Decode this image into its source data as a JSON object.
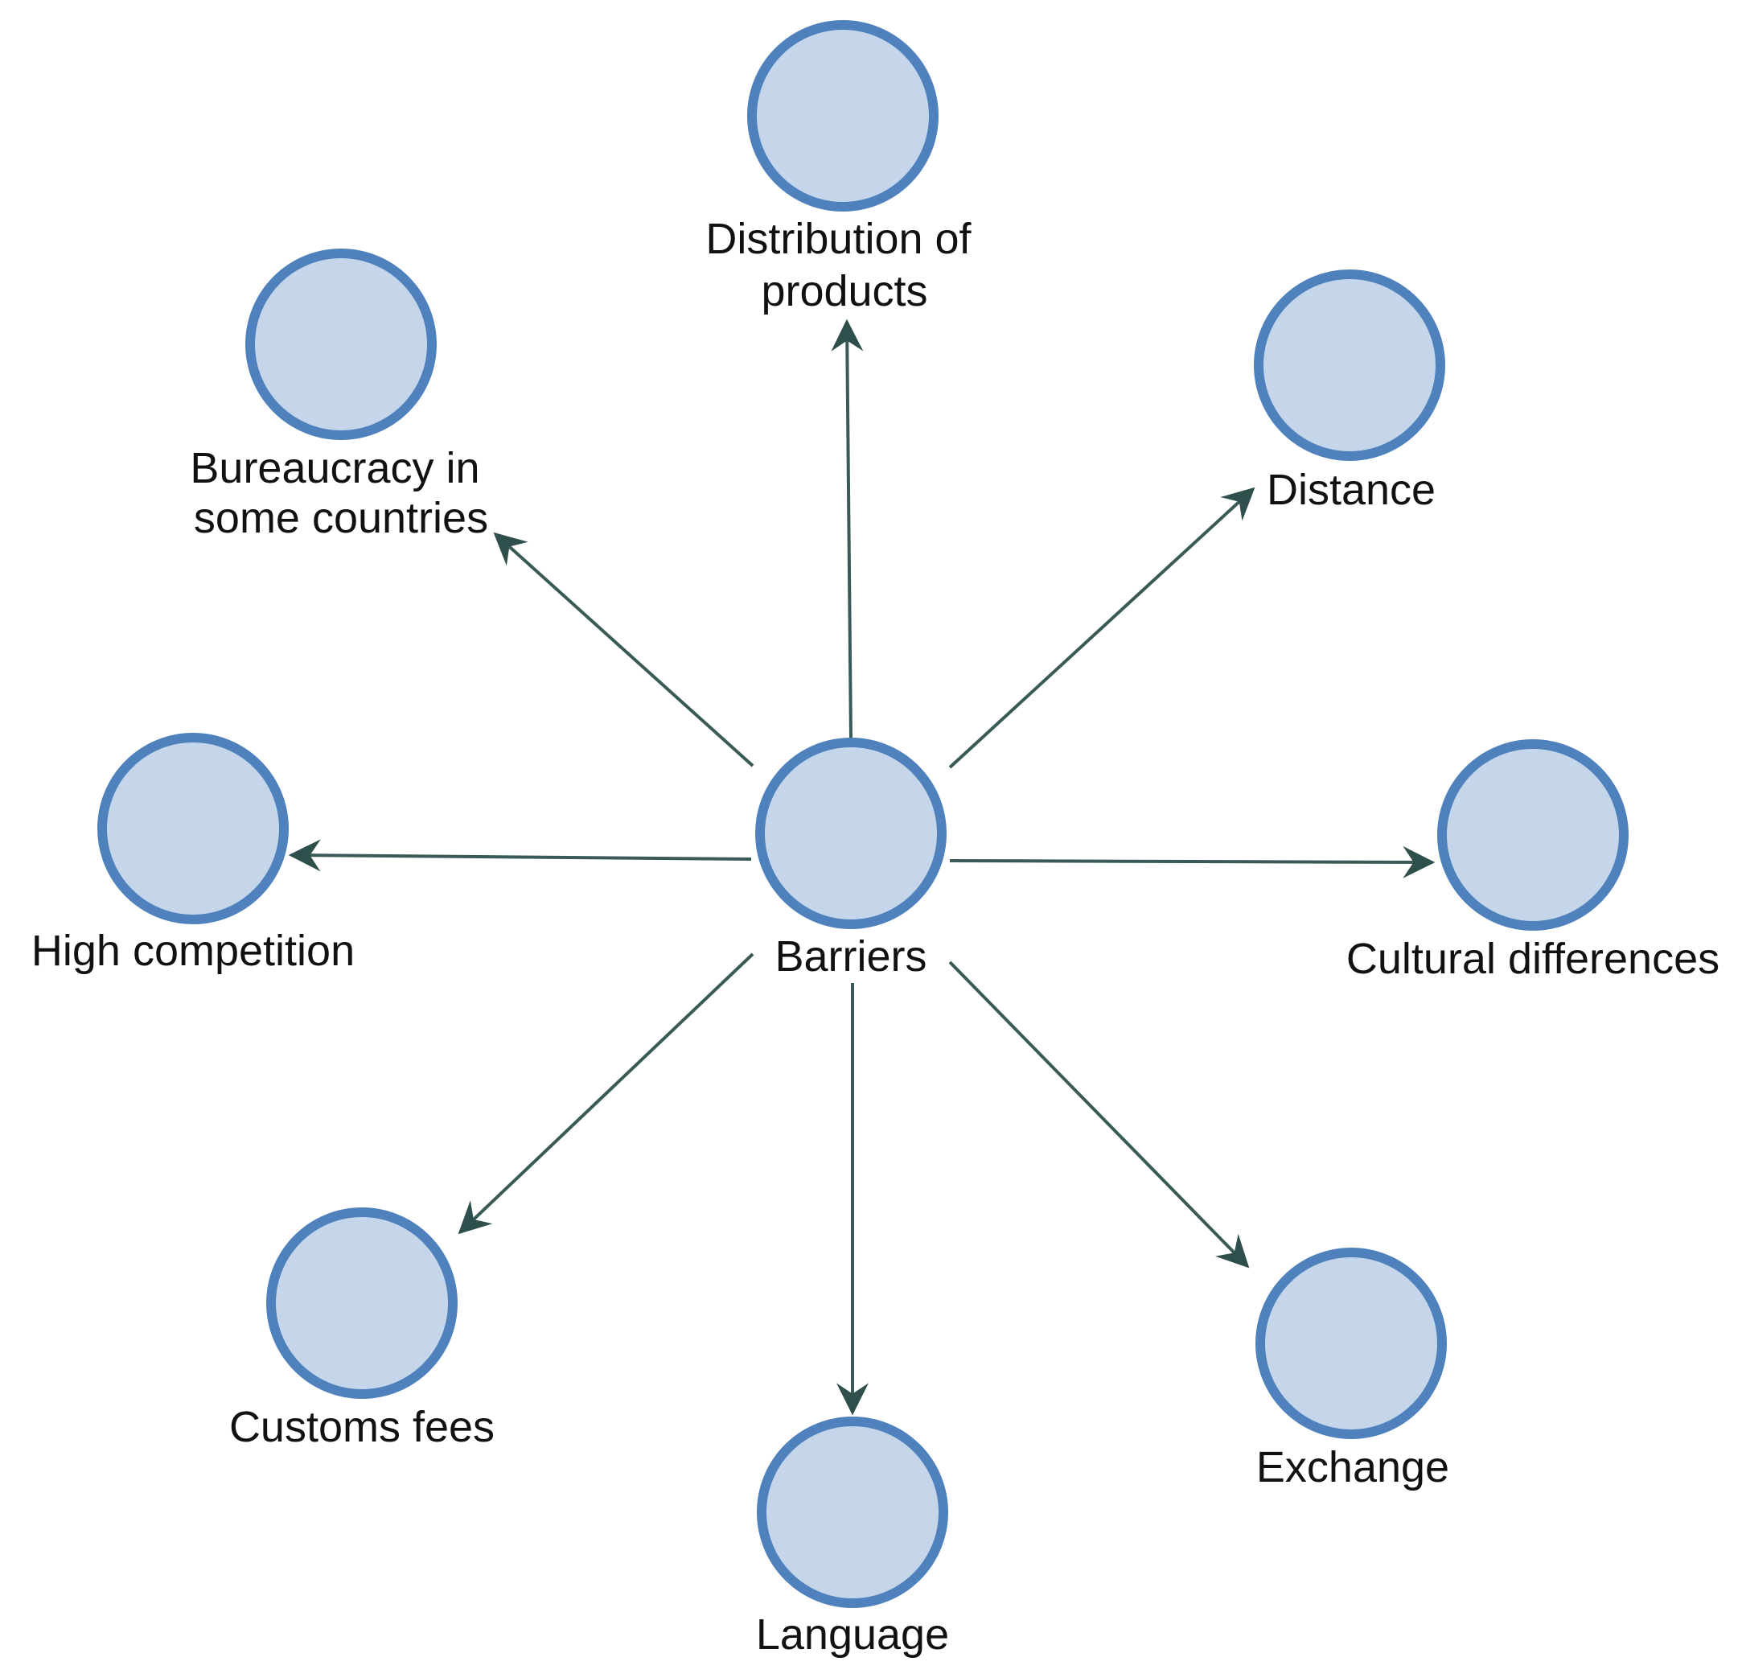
{
  "diagram": {
    "center": {
      "label": "Barriers"
    },
    "nodes": [
      {
        "label_lines": [
          "Distribution of",
          "products"
        ]
      },
      {
        "label_lines": [
          "Distance"
        ]
      },
      {
        "label_lines": [
          "Cultural differences"
        ]
      },
      {
        "label_lines": [
          "Exchange"
        ]
      },
      {
        "label_lines": [
          "Language"
        ]
      },
      {
        "label_lines": [
          "Customs fees"
        ]
      },
      {
        "label_lines": [
          "High competition"
        ]
      },
      {
        "label_lines": [
          "Bureaucracy in",
          "some countries"
        ]
      }
    ],
    "edge_direction": "from center to each node"
  },
  "colors": {
    "node_fill": "#c5d6ea",
    "node_stroke": "#4f81bd",
    "edge": "#3a5a58"
  }
}
